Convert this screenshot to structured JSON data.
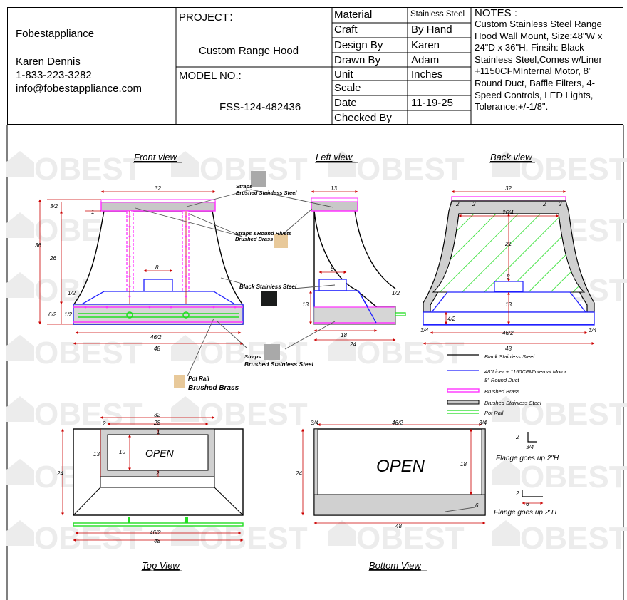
{
  "company": {
    "name": "Fobestappliance",
    "contact": "Karen Dennis",
    "phone": "1-833-223-3282",
    "email": "info@fobestappliance.com"
  },
  "project": {
    "label": "PROJECT：",
    "value": "Custom Range Hood"
  },
  "model": {
    "label": "MODEL NO.:",
    "value": "FSS-124-482436"
  },
  "specs": [
    {
      "label": "Material",
      "value": "Stainless Steel"
    },
    {
      "label": "Craft",
      "value": "By Hand"
    },
    {
      "label": "Design By",
      "value": "Karen"
    },
    {
      "label": "Drawn By",
      "value": "Adam"
    },
    {
      "label": "Unit",
      "value": "Inches"
    },
    {
      "label": "Scale",
      "value": ""
    },
    {
      "label": "Date",
      "value": "11-19-25"
    },
    {
      "label": "Checked By",
      "value": ""
    }
  ],
  "notes": {
    "title": "NOTES :",
    "body": "Custom Stainless Steel Range Hood Wall Mount, Size:48\"W x 24\"D x 36\"H, Finsih: Black Stainless Steel,Comes w/Liner +1150CFMInternal Motor, 8\" Round Duct, Baffle Filters, 4-Speed Controls, LED Lights, Tolerance:+/-1/8\"."
  },
  "watermark": "OBEST",
  "views": {
    "front": "Front view",
    "left": "Left view",
    "back": "Back view",
    "top": "Top View",
    "bottom": "Bottom View"
  },
  "callouts": {
    "straps_ss_1": "Straps",
    "straps_ss_2": "Brushed Stainless Steel",
    "straps_rivets_1": "Straps &Round Rivets",
    "straps_rivets_2": "Brushed Brass",
    "black_ss": "Black Stainless Steel",
    "straps_ss_b1": "Straps",
    "straps_ss_b2": "Brushed Stainless Steel",
    "pot_rail_1": "Pot Rail",
    "pot_rail_2": "Brushed Brass",
    "open_top": "OPEN",
    "open_bottom": "OPEN",
    "flange_1": "Flange goes up 2\"H",
    "flange_2": "Flange goes up 2\"H"
  },
  "legend": [
    {
      "label": "Black Stainless Steel",
      "color": "#000000"
    },
    {
      "label": "48\"Liner + 1150CFMInternal Motor",
      "sub": "8\" Round Duct",
      "color": "#2020ff"
    },
    {
      "label": "Brushed Brass",
      "color": "#ff33ff"
    },
    {
      "label": "Brushed Stainless Steel",
      "color": "#aaaaaa"
    },
    {
      "label": "Pot Rail",
      "color": "#22cc22"
    }
  ],
  "swatches": {
    "brushed_ss": "#a9a9a9",
    "brushed_brass": "#e8c99a",
    "black_ss": "#1a1c1b",
    "pink": "#ff33ff",
    "blue": "#2020ff",
    "green": "#22dd22"
  },
  "dims": {
    "front": {
      "top_w": "32",
      "h_total": "36",
      "h_trim": "3/2",
      "h_body": "26",
      "t1": "1",
      "h_half": "1/2",
      "h_sixhalf": "6/2",
      "h_quarter": "1/2",
      "duct": "8",
      "bot_inner": "46/2",
      "bot_w": "48"
    },
    "left": {
      "top_w": "13",
      "duct": "8",
      "h_13": "13",
      "h_half": "1/2",
      "d18": "18",
      "d24": "24"
    },
    "back": {
      "top_w": "32",
      "e2a": "2",
      "e2b": "2",
      "e2c": "2",
      "e2d": "2",
      "inner": "26/4",
      "h21": "21",
      "duct": "8",
      "h13": "13",
      "q1": "4/2",
      "c1": "3/4",
      "c2": "3/4",
      "bot_inner": "46/2",
      "bot_w": "48"
    },
    "top": {
      "w32": "32",
      "w28": "28",
      "e2": "2",
      "t1": "1",
      "h13": "13",
      "h10": "10",
      "e2b": "2",
      "w24": "24",
      "inner": "46/2",
      "w48": "48"
    },
    "bottom": {
      "c1": "3/4",
      "inner": "46/2",
      "c2": "3/4",
      "h24": "24",
      "h18": "18",
      "e6": "6",
      "w48": "48",
      "f2": "2",
      "f34": "3/4",
      "f2b": "2",
      "f6": "6"
    }
  }
}
